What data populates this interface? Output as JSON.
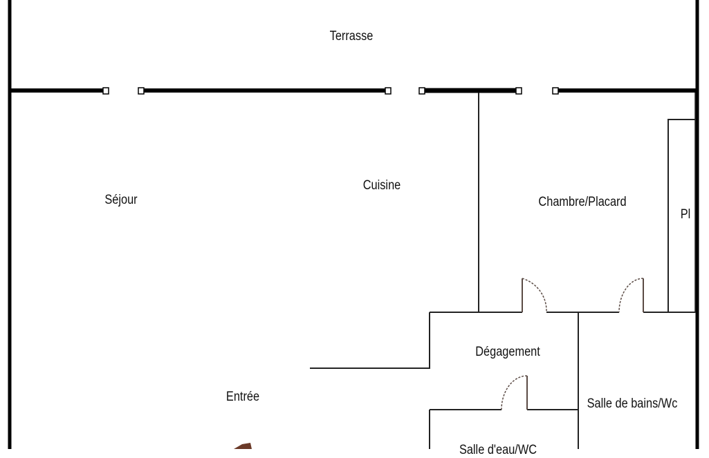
{
  "plan": {
    "rooms": {
      "terrasse": "Terrasse",
      "sejour": "Séjour",
      "cuisine": "Cuisine",
      "chambre": "Chambre/Placard",
      "placard": "Pl",
      "degagement": "Dégagement",
      "entree": "Entrée",
      "salle_bains": "Salle de bains/Wc",
      "salle_eau": "Salle d'eau/WC"
    },
    "colors": {
      "wall": "#000000",
      "door": "#5a4a44",
      "entry_mark": "#6b3a28"
    }
  }
}
